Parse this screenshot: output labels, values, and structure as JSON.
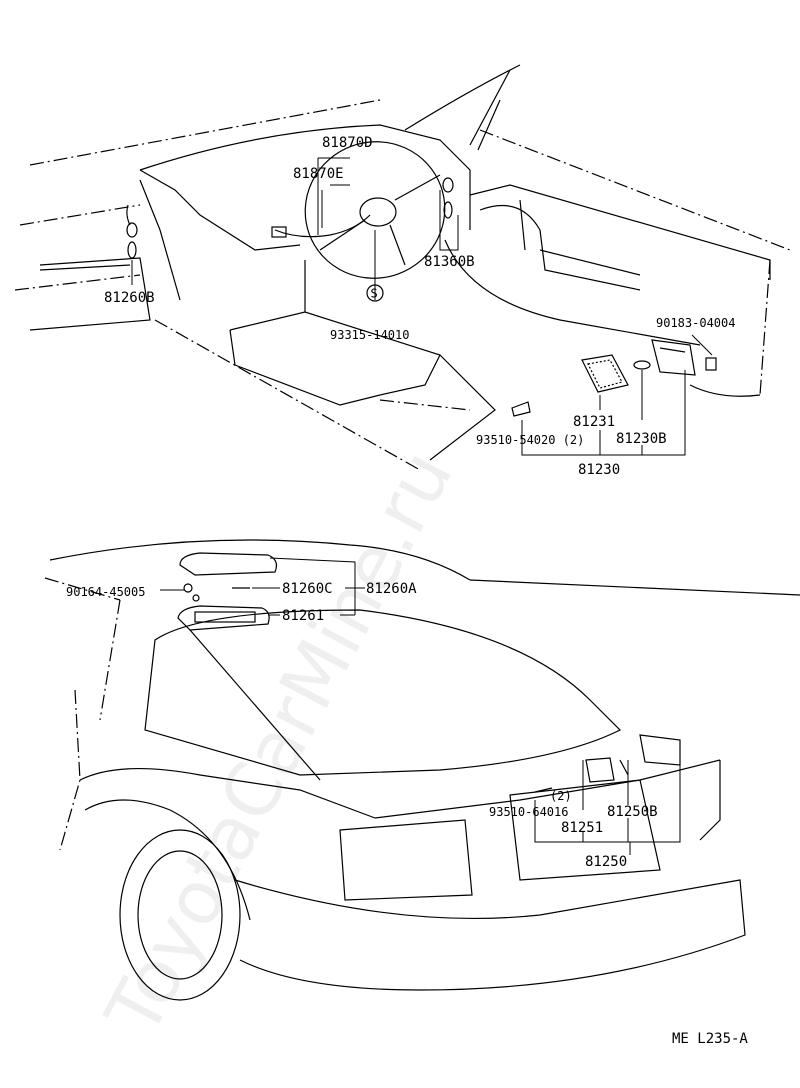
{
  "watermark": "ToyotaCarMine.ru",
  "upper_labels": {
    "p81870D": "81870D",
    "p81870E": "81870E",
    "p81360B": "81360B",
    "p81260B_upper": "81260B",
    "p93315": "93315-14010",
    "p90183": "90183-04004",
    "p81231": "81231",
    "p81230B": "81230B",
    "p93510_54020": "93510-54020 (2)",
    "p81230": "81230",
    "s_mark": "S"
  },
  "lower_labels": {
    "p90164": "90164-45005",
    "p81260C": "81260C",
    "p81260A": "81260A",
    "p81261": "81261",
    "qty2": "(2)",
    "p93510_64016": "93510-64016",
    "p81251": "81251",
    "p81250B": "81250B",
    "p81250": "81250"
  },
  "footer": {
    "code": "ME  L235-A"
  }
}
